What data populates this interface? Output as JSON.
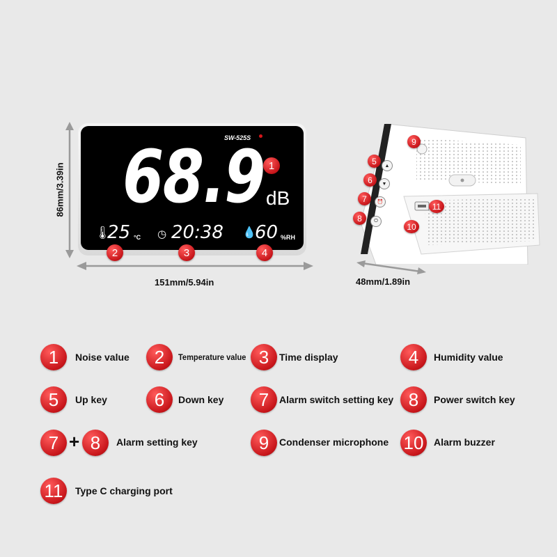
{
  "device": {
    "model": "SW-525S",
    "noise_value": "68.9",
    "noise_unit": "dB",
    "temperature": "25",
    "temperature_unit": "°C",
    "time": "20:38",
    "humidity": "60",
    "humidity_unit": "%RH"
  },
  "dimensions": {
    "height": "86mm/3.39in",
    "width": "151mm/5.94in",
    "depth": "48mm/1.89in"
  },
  "callouts": [
    "1",
    "2",
    "3",
    "4",
    "5",
    "6",
    "7",
    "8",
    "9",
    "10",
    "11"
  ],
  "legend": [
    {
      "num": "1",
      "label": "Noise value"
    },
    {
      "num": "2",
      "label": "Temperature value"
    },
    {
      "num": "3",
      "label": "Time display"
    },
    {
      "num": "4",
      "label": "Humidity value"
    },
    {
      "num": "5",
      "label": "Up key"
    },
    {
      "num": "6",
      "label": "Down key"
    },
    {
      "num": "7",
      "label": "Alarm switch setting key"
    },
    {
      "num": "8",
      "label": "Power switch key"
    },
    {
      "num_a": "7",
      "plus": "+",
      "num_b": "8",
      "label": "Alarm setting key"
    },
    {
      "num": "9",
      "label": "Condenser microphone"
    },
    {
      "num": "10",
      "label": "Alarm buzzer"
    },
    {
      "num": "11",
      "label": "Type C charging port"
    }
  ],
  "colors": {
    "badge": "#c8161b",
    "screen": "#000000",
    "background": "#e9e9e9"
  },
  "icons": [
    "thermometer-icon",
    "clock-icon",
    "droplet-icon",
    "up-arrow-icon",
    "down-arrow-icon"
  ]
}
